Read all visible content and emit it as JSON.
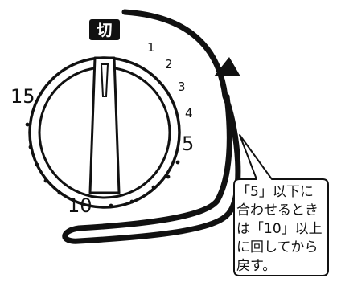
{
  "dial": {
    "off_label": "切",
    "marks": [
      "1",
      "2",
      "3",
      "4",
      "5",
      "10",
      "15"
    ]
  },
  "callout": {
    "lines": [
      "「5」以下に",
      "合わせるとき",
      "は「10」以上",
      "に回してから",
      "戻す。"
    ]
  },
  "colors": {
    "ink": "#111111",
    "paper": "#ffffff"
  }
}
